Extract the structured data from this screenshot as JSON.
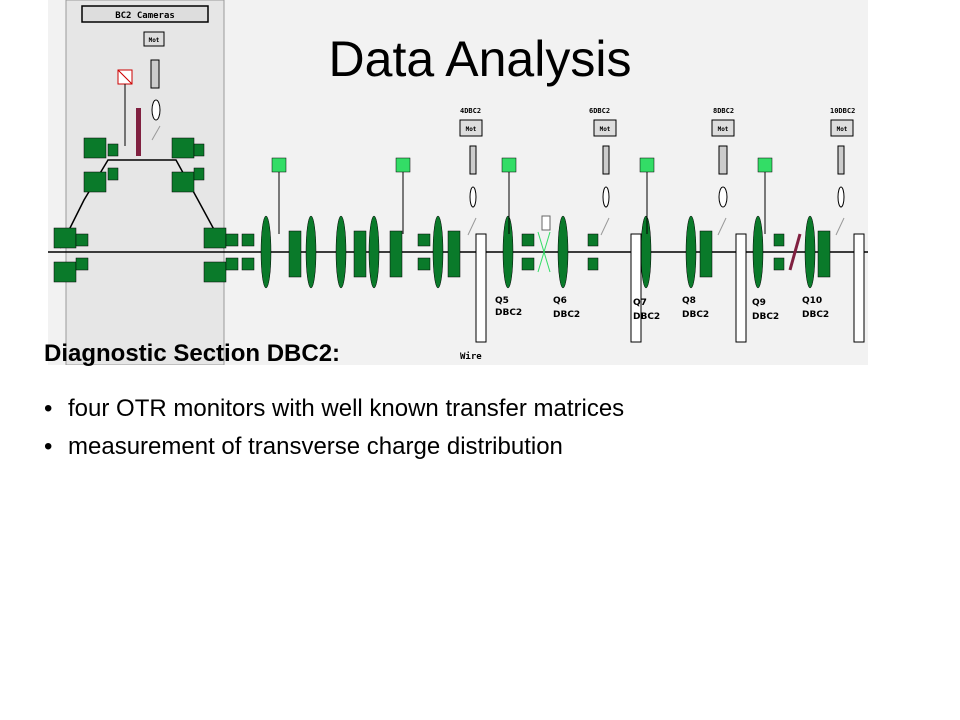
{
  "slide": {
    "title": "Data Analysis"
  },
  "diagram": {
    "panel_title": "BC2 Cameras",
    "mot_label": "Mot",
    "camera_labels": [
      "4DBC2",
      "6DBC2",
      "8DBC2",
      "10DBC2"
    ],
    "quad_labels": [
      {
        "q": "Q5",
        "s": "DBC2"
      },
      {
        "q": "Q6",
        "s": "DBC2"
      },
      {
        "q": "Q7",
        "s": "DBC2"
      },
      {
        "q": "Q8",
        "s": "DBC2"
      },
      {
        "q": "Q9",
        "s": "DBC2"
      },
      {
        "q": "Q10",
        "s": "DBC2"
      }
    ],
    "wire_label": "Wire",
    "colors": {
      "magnet": "#0a7a2a",
      "screen": "#33dd66",
      "background": "#f2f2f2"
    }
  },
  "section": {
    "heading": "Diagnostic Section DBC2:",
    "bullet_char": "•",
    "bullets": [
      "four OTR monitors with well known transfer matrices",
      "measurement of transverse charge distribution"
    ]
  }
}
